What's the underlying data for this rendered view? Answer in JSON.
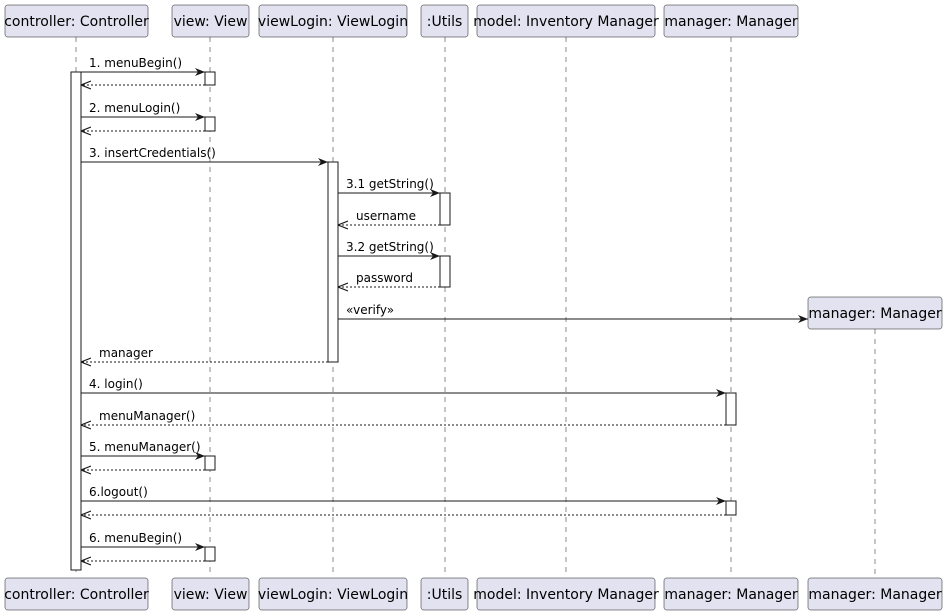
{
  "participants": [
    {
      "id": "controller",
      "label": "controller: Controller"
    },
    {
      "id": "view",
      "label": "view: View"
    },
    {
      "id": "viewLogin",
      "label": "viewLogin: ViewLogin"
    },
    {
      "id": "utils",
      "label": ":Utils"
    },
    {
      "id": "model",
      "label": "model: Inventory Manager"
    },
    {
      "id": "manager",
      "label": "manager: Manager"
    },
    {
      "id": "manager2",
      "label": "manager: Manager"
    }
  ],
  "messages": [
    {
      "label": "1. menuBegin()",
      "from": "controller",
      "to": "view",
      "kind": "call"
    },
    {
      "label": "",
      "from": "view",
      "to": "controller",
      "kind": "return"
    },
    {
      "label": "2. menuLogin()",
      "from": "controller",
      "to": "view",
      "kind": "call"
    },
    {
      "label": "",
      "from": "view",
      "to": "controller",
      "kind": "return"
    },
    {
      "label": "3. insertCredentials()",
      "from": "controller",
      "to": "viewLogin",
      "kind": "call"
    },
    {
      "label": "3.1 getString()",
      "from": "viewLogin",
      "to": "utils",
      "kind": "call"
    },
    {
      "label": "username",
      "from": "utils",
      "to": "viewLogin",
      "kind": "return"
    },
    {
      "label": "3.2 getString()",
      "from": "viewLogin",
      "to": "utils",
      "kind": "call"
    },
    {
      "label": "password",
      "from": "utils",
      "to": "viewLogin",
      "kind": "return"
    },
    {
      "label": "«verify»",
      "from": "viewLogin",
      "to": "manager2",
      "kind": "create"
    },
    {
      "label": "manager",
      "from": "viewLogin",
      "to": "controller",
      "kind": "return"
    },
    {
      "label": "4. login()",
      "from": "controller",
      "to": "manager",
      "kind": "call"
    },
    {
      "label": "menuManager()",
      "from": "manager",
      "to": "controller",
      "kind": "return"
    },
    {
      "label": "5. menuManager()",
      "from": "controller",
      "to": "view",
      "kind": "call"
    },
    {
      "label": "",
      "from": "view",
      "to": "controller",
      "kind": "return"
    },
    {
      "label": "6.logout()",
      "from": "controller",
      "to": "manager",
      "kind": "call"
    },
    {
      "label": "",
      "from": "manager",
      "to": "controller",
      "kind": "return"
    },
    {
      "label": "6. menuBegin()",
      "from": "controller",
      "to": "view",
      "kind": "call"
    },
    {
      "label": "",
      "from": "view",
      "to": "controller",
      "kind": "return"
    }
  ]
}
